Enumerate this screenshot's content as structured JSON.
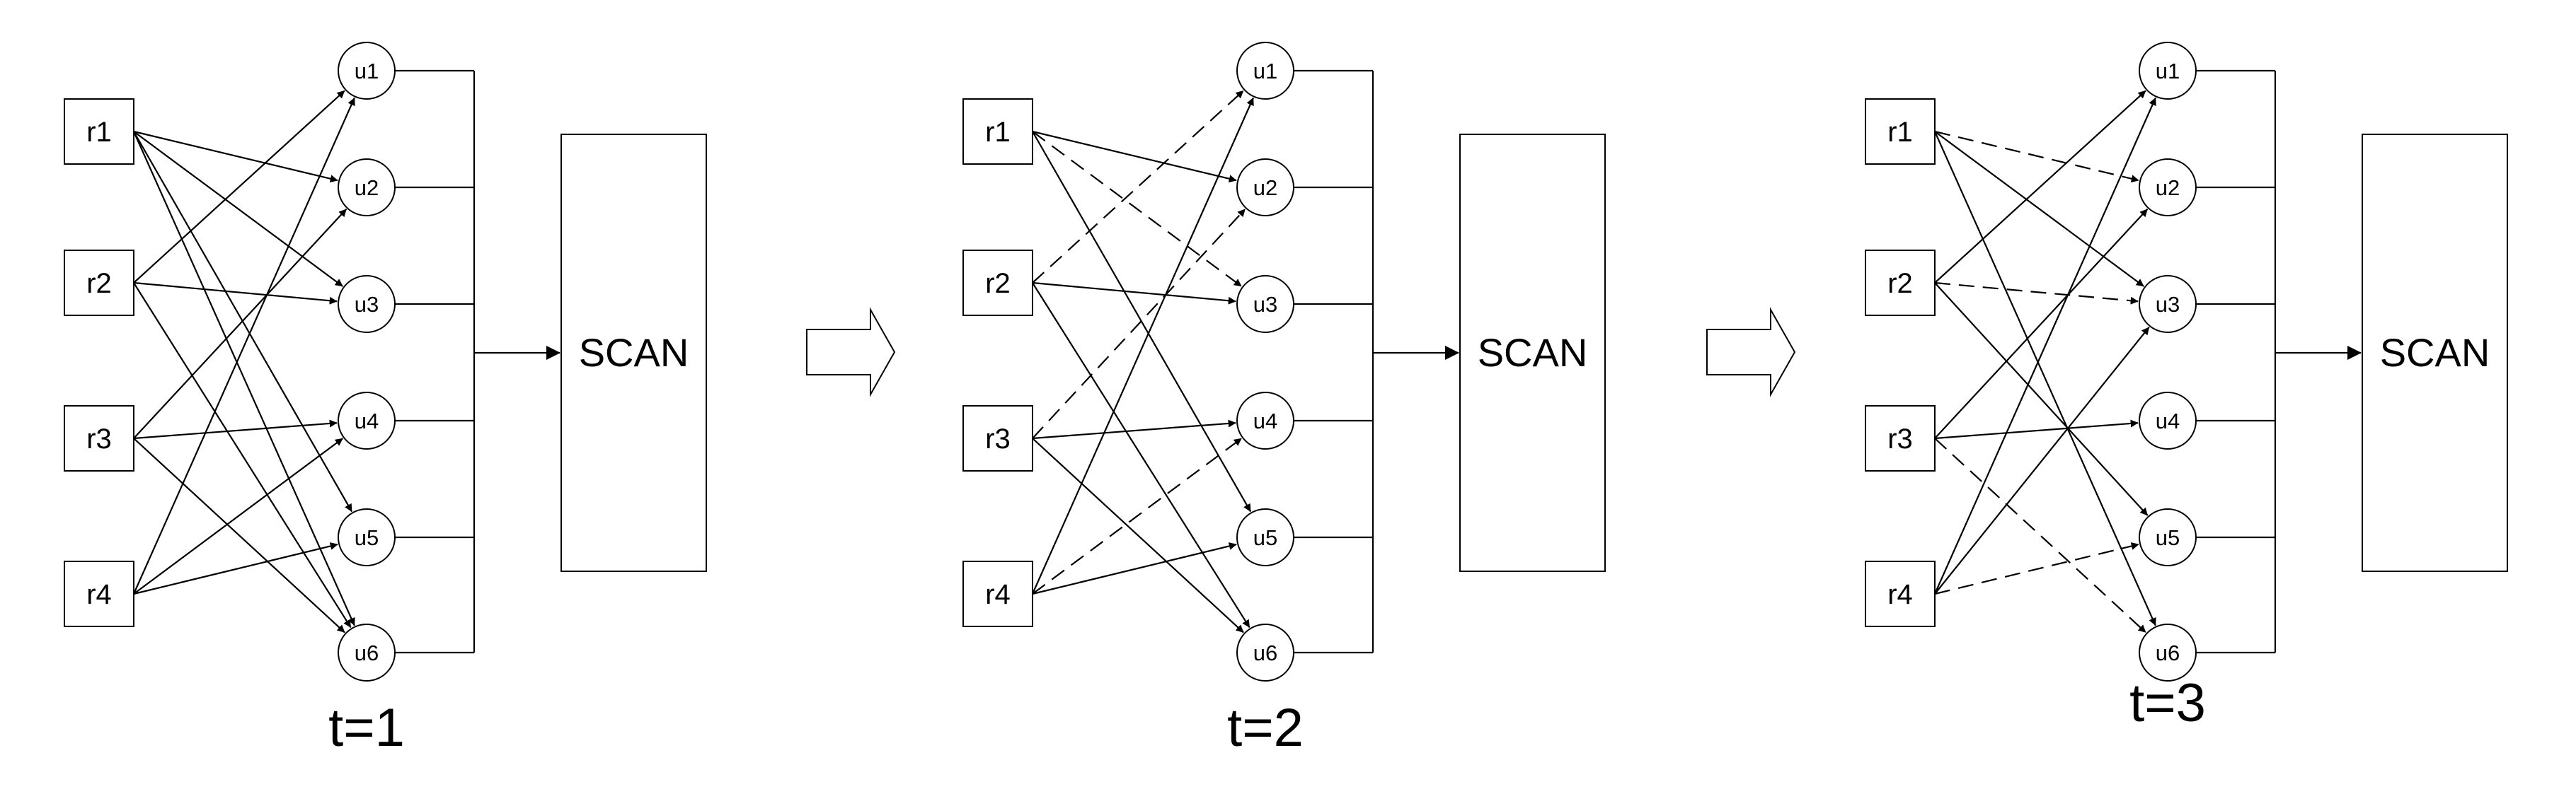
{
  "panels": [
    {
      "caption": "t=1",
      "scan_label": "SCAN",
      "r_nodes": [
        "r1",
        "r2",
        "r3",
        "r4"
      ],
      "u_nodes": [
        "u1",
        "u2",
        "u3",
        "u4",
        "u5",
        "u6"
      ],
      "edges": [
        {
          "from": "r1",
          "to": "u2",
          "style": "solid"
        },
        {
          "from": "r1",
          "to": "u3",
          "style": "solid"
        },
        {
          "from": "r1",
          "to": "u5",
          "style": "solid"
        },
        {
          "from": "r1",
          "to": "u6",
          "style": "solid"
        },
        {
          "from": "r2",
          "to": "u1",
          "style": "solid"
        },
        {
          "from": "r2",
          "to": "u3",
          "style": "solid"
        },
        {
          "from": "r2",
          "to": "u6",
          "style": "solid"
        },
        {
          "from": "r3",
          "to": "u2",
          "style": "solid"
        },
        {
          "from": "r3",
          "to": "u4",
          "style": "solid"
        },
        {
          "from": "r3",
          "to": "u6",
          "style": "solid"
        },
        {
          "from": "r4",
          "to": "u1",
          "style": "solid"
        },
        {
          "from": "r4",
          "to": "u4",
          "style": "solid"
        },
        {
          "from": "r4",
          "to": "u5",
          "style": "solid"
        }
      ]
    },
    {
      "caption": "t=2",
      "scan_label": "SCAN",
      "r_nodes": [
        "r1",
        "r2",
        "r3",
        "r4"
      ],
      "u_nodes": [
        "u1",
        "u2",
        "u3",
        "u4",
        "u5",
        "u6"
      ],
      "edges": [
        {
          "from": "r1",
          "to": "u2",
          "style": "solid"
        },
        {
          "from": "r1",
          "to": "u3",
          "style": "dashed"
        },
        {
          "from": "r1",
          "to": "u5",
          "style": "solid"
        },
        {
          "from": "r2",
          "to": "u1",
          "style": "dashed"
        },
        {
          "from": "r2",
          "to": "u3",
          "style": "solid"
        },
        {
          "from": "r2",
          "to": "u6",
          "style": "solid"
        },
        {
          "from": "r3",
          "to": "u2",
          "style": "dashed"
        },
        {
          "from": "r3",
          "to": "u4",
          "style": "solid"
        },
        {
          "from": "r3",
          "to": "u6",
          "style": "solid"
        },
        {
          "from": "r4",
          "to": "u1",
          "style": "solid"
        },
        {
          "from": "r4",
          "to": "u4",
          "style": "dashed"
        },
        {
          "from": "r4",
          "to": "u5",
          "style": "solid"
        }
      ]
    },
    {
      "caption": "t=3",
      "scan_label": "SCAN",
      "r_nodes": [
        "r1",
        "r2",
        "r3",
        "r4"
      ],
      "u_nodes": [
        "u1",
        "u2",
        "u3",
        "u4",
        "u5",
        "u6"
      ],
      "edges": [
        {
          "from": "r1",
          "to": "u2",
          "style": "dashed"
        },
        {
          "from": "r1",
          "to": "u3",
          "style": "solid"
        },
        {
          "from": "r1",
          "to": "u6",
          "style": "solid"
        },
        {
          "from": "r2",
          "to": "u1",
          "style": "solid"
        },
        {
          "from": "r2",
          "to": "u3",
          "style": "dashed"
        },
        {
          "from": "r2",
          "to": "u5",
          "style": "solid"
        },
        {
          "from": "r3",
          "to": "u2",
          "style": "solid"
        },
        {
          "from": "r3",
          "to": "u4",
          "style": "solid"
        },
        {
          "from": "r3",
          "to": "u6",
          "style": "dashed"
        },
        {
          "from": "r4",
          "to": "u1",
          "style": "solid"
        },
        {
          "from": "r4",
          "to": "u3",
          "style": "solid"
        },
        {
          "from": "r4",
          "to": "u5",
          "style": "dashed"
        }
      ]
    }
  ]
}
